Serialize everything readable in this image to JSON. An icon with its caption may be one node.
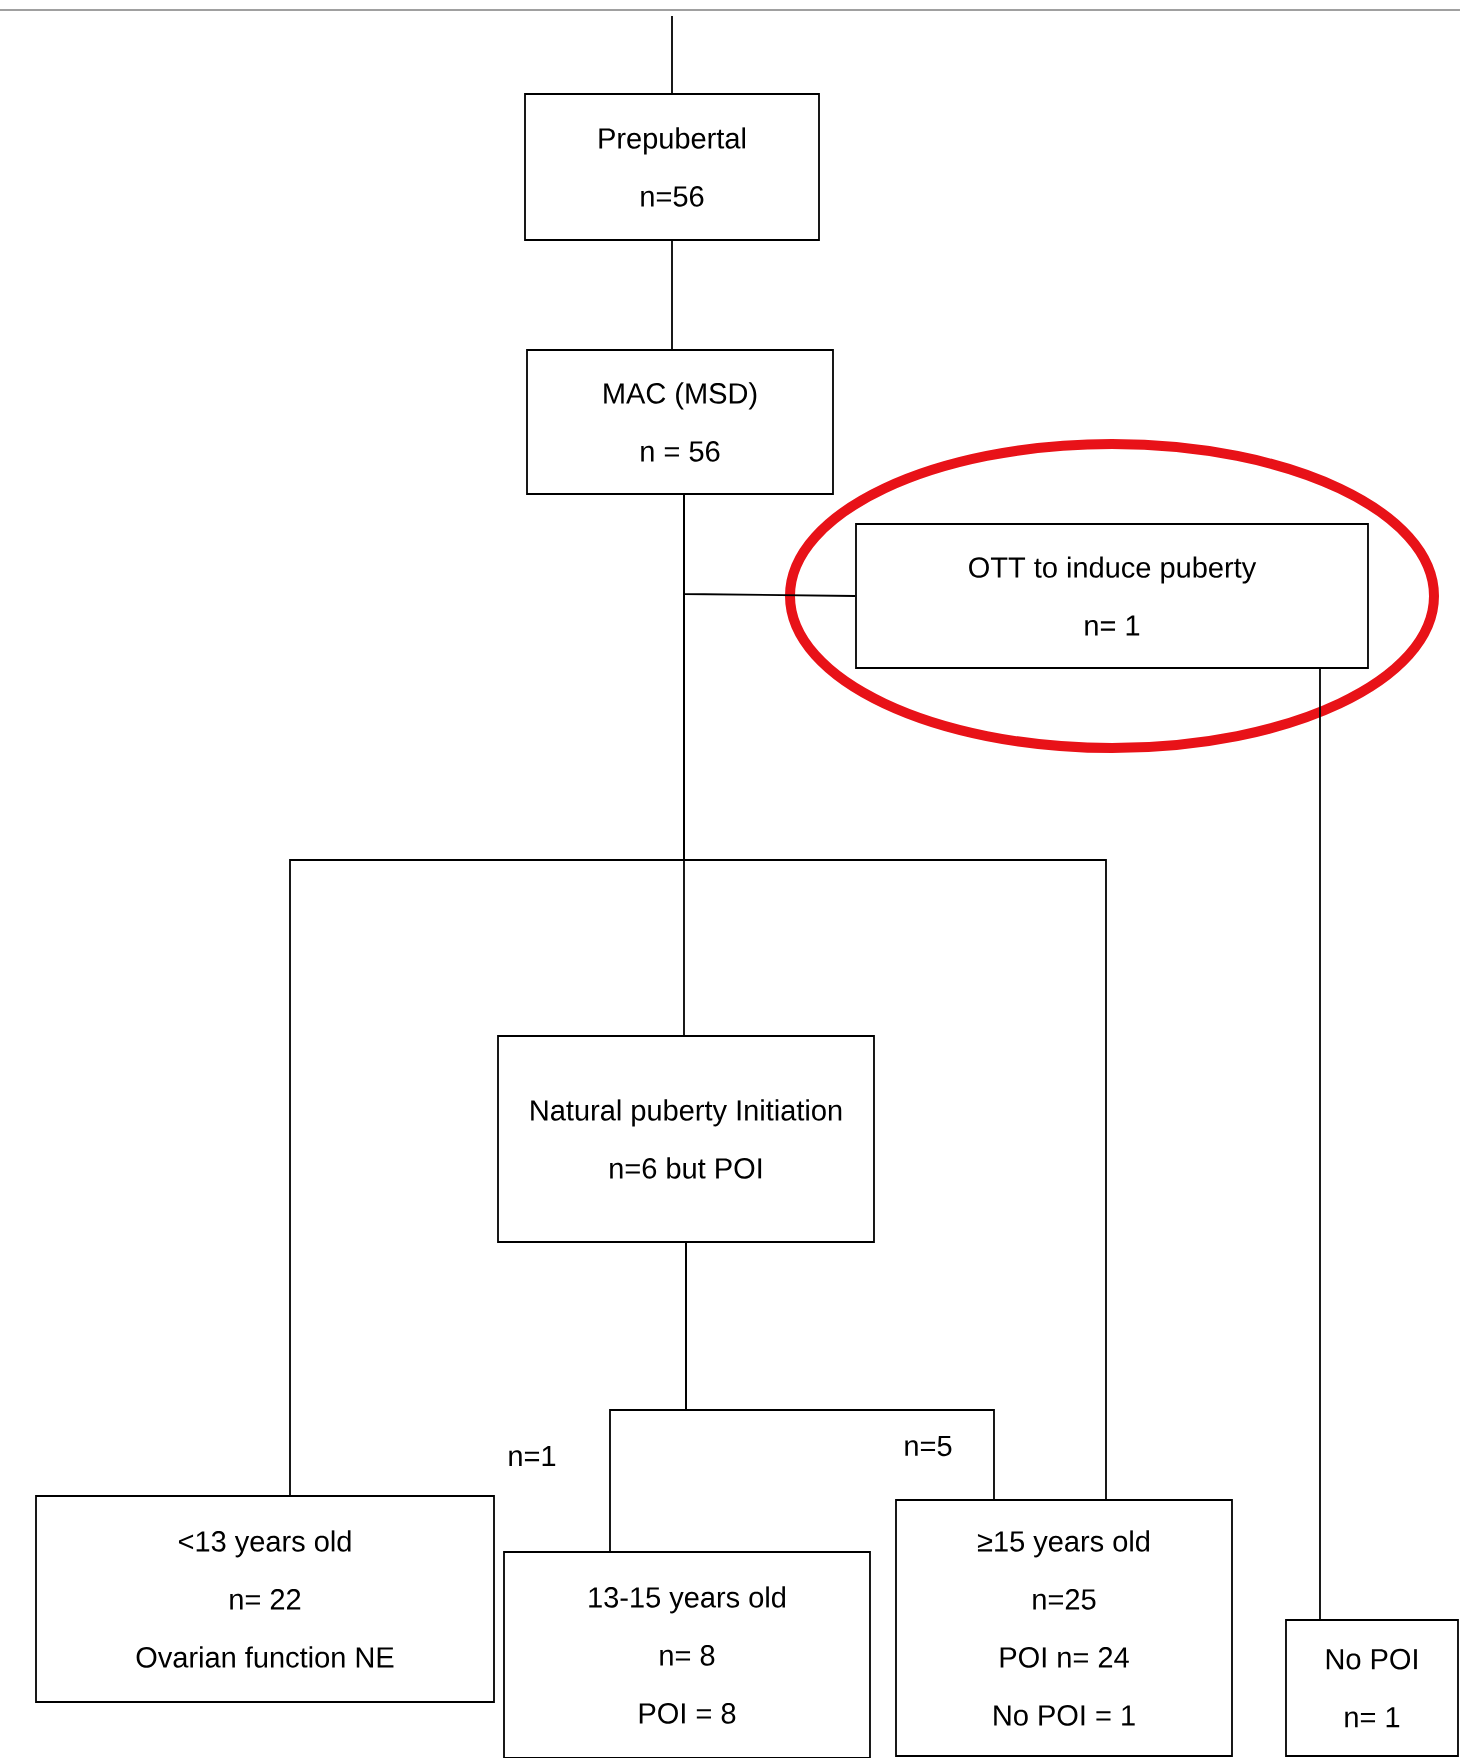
{
  "diagram": {
    "nodes": [
      {
        "text": [
          "Prepubertal",
          "n=56"
        ]
      },
      {
        "text": [
          "MAC (MSD)",
          "n = 56"
        ]
      },
      {
        "text": [
          "OTT to induce puberty",
          "n= 1"
        ]
      },
      {
        "text": [
          "Natural puberty Initiation",
          "n=6 but POI"
        ]
      },
      {
        "text": [
          "<13 years old",
          "n= 22",
          "Ovarian function NE"
        ]
      },
      {
        "text": [
          "13-15 years old",
          "n= 8",
          "POI = 8"
        ]
      },
      {
        "text": [
          "≥15 years old",
          "n=25",
          "POI n= 24",
          "No POI = 1"
        ]
      },
      {
        "text": [
          "No POI",
          "n= 1"
        ]
      }
    ],
    "edges": [
      {
        "from": null,
        "to": 0,
        "arrow": "none"
      },
      {
        "from": 0,
        "to": 1,
        "arrow": "none"
      },
      {
        "from": 1,
        "to": 2,
        "arrow": "none"
      },
      {
        "from": 1,
        "to": 4,
        "arrow": "none"
      },
      {
        "from": 1,
        "to": 3,
        "arrow": "none"
      },
      {
        "from": 1,
        "to": 6,
        "arrow": "none"
      },
      {
        "from": 3,
        "to": 5,
        "arrow": "none",
        "label": "n=1"
      },
      {
        "from": 3,
        "to": 6,
        "arrow": "none",
        "label": "n=5"
      },
      {
        "from": 2,
        "to": 7,
        "arrow": "none"
      }
    ]
  }
}
